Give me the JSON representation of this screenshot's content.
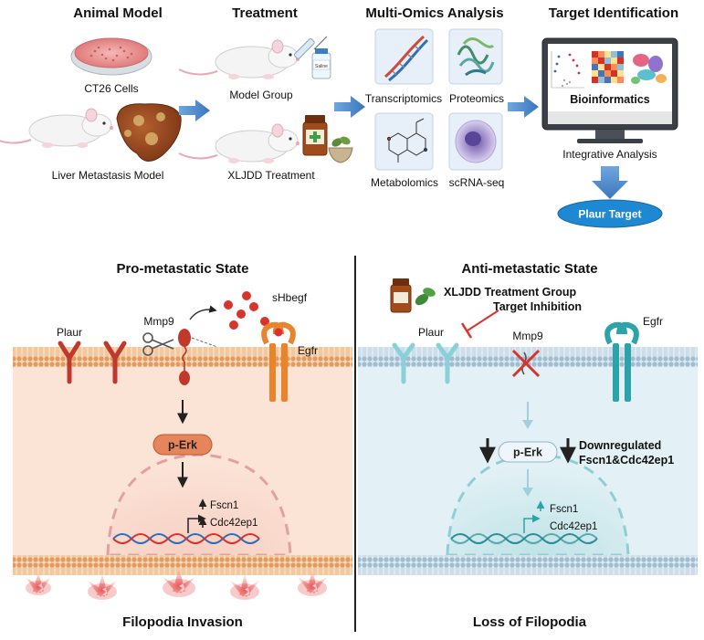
{
  "top_panel": {
    "animal_model": {
      "header": "Animal Model",
      "cells_label": "CT26 Cells",
      "model_label": "Liver Metastasis Model"
    },
    "treatment": {
      "header": "Treatment",
      "model_group_label": "Model Group",
      "vial_label": "Saline",
      "xljdd_label": "XLJDD Treatment"
    },
    "multi_omics": {
      "header": "Multi-Omics Analysis",
      "items": [
        "Transcriptomics",
        "Proteomics",
        "Metabolomics",
        "scRNA-seq"
      ]
    },
    "target_identification": {
      "header": "Target Identification",
      "monitor_label": "Bioinformatics",
      "integrative_label": "Integrative Analysis",
      "target_label": "Plaur Target"
    }
  },
  "pro_metastatic": {
    "title": "Pro-metastatic State",
    "plaur": "Plaur",
    "mmp9": "Mmp9",
    "shbegf": "sHbegf",
    "egfr": "Egfr",
    "perk": "p-Erk",
    "gene1": "Fscn1",
    "gene2": "Cdc42ep1",
    "bottom": "Filopodia Invasion"
  },
  "anti_metastatic": {
    "title": "Anti-metastatic State",
    "treatment_line1": "XLJDD Treatment Group",
    "treatment_line2": "Target Inhibition",
    "plaur": "Plaur",
    "mmp9": "Mmp9",
    "egfr": "Egfr",
    "perk": "p-Erk",
    "down_line1": "Downregulated",
    "down_line2": "Fscn1&Cdc42ep1",
    "gene1": "Fscn1",
    "gene2": "Cdc42ep1",
    "bottom": "Loss of Filopodia"
  },
  "colors": {
    "pro_bg": "#fbe3d6",
    "anti_bg": "#e3f1f6",
    "pro_membrane": "#e8b07a",
    "anti_membrane": "#a9c6d6",
    "plaur_red": "#c0392b",
    "egfr_orange": "#e8842c",
    "teal": "#2aa4aa",
    "arrow_blue": "#4a86c8",
    "target_blue": "#1e88d2"
  }
}
